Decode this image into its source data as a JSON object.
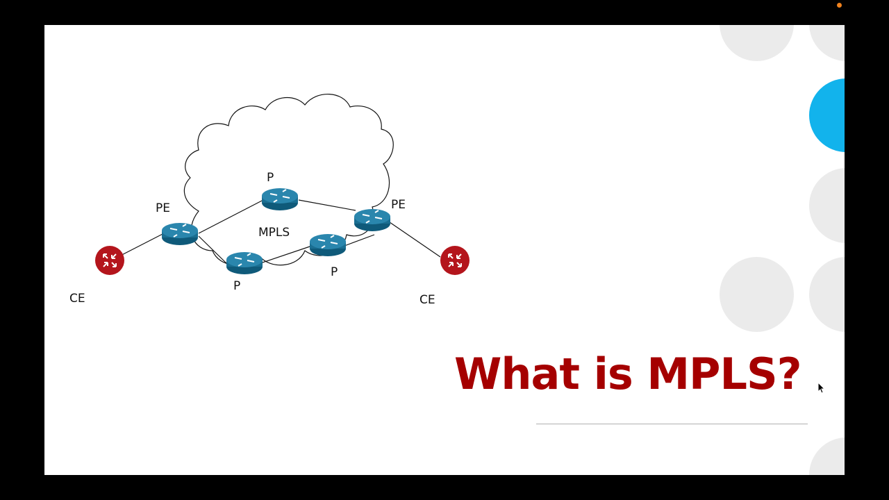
{
  "slide": {
    "title": "What is MPLS?",
    "title_color": "#a50000",
    "background": "#ffffff",
    "accent_circle_color": "#12b3ec",
    "deco_circle_color": "#ebebeb"
  },
  "diagram": {
    "cloud_label": "MPLS",
    "nodes": [
      {
        "id": "ce-left",
        "type": "CE",
        "label": "CE"
      },
      {
        "id": "pe-left",
        "type": "PE",
        "label": "PE"
      },
      {
        "id": "p-top",
        "type": "P",
        "label": "P"
      },
      {
        "id": "p-bottom-left",
        "type": "P",
        "label": "P"
      },
      {
        "id": "p-bottom-right",
        "type": "P",
        "label": "P"
      },
      {
        "id": "pe-right",
        "type": "PE",
        "label": "PE"
      },
      {
        "id": "ce-right",
        "type": "CE",
        "label": "CE"
      }
    ],
    "router_color": "#1a6e91",
    "ce_color": "#b4151c"
  },
  "screen": {
    "recording_indicator_color": "#f0821e"
  }
}
